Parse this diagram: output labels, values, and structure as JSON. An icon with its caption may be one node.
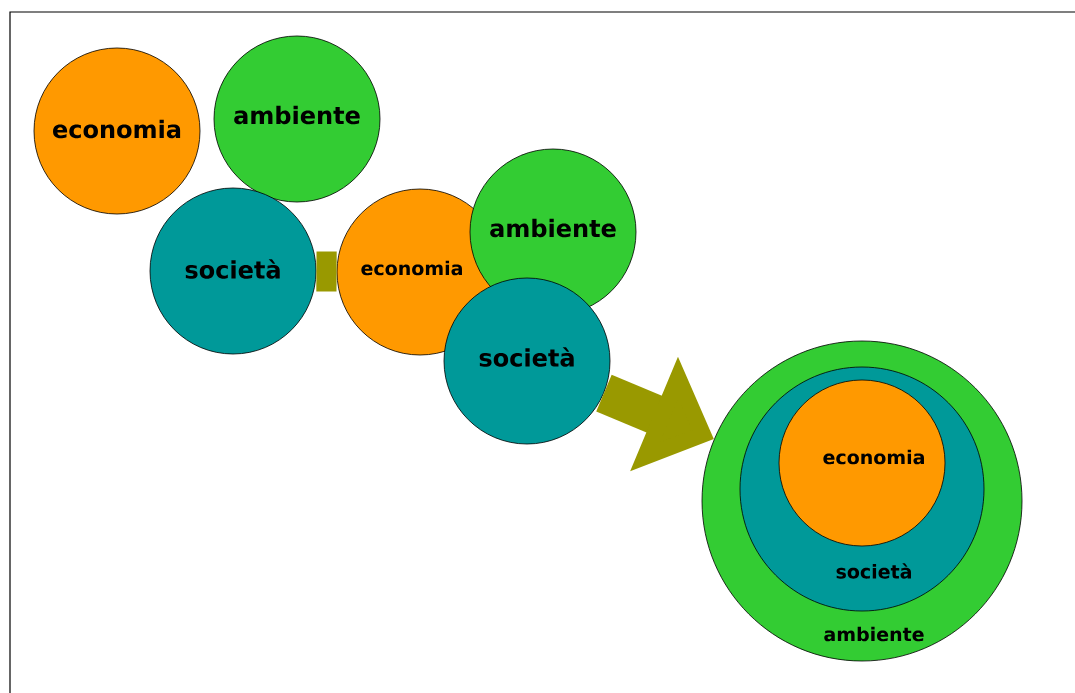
{
  "diagram": {
    "nodes": [
      {
        "text": [
          "economia"
        ]
      },
      {
        "text": [
          "ambiente"
        ]
      },
      {
        "text": [
          "società"
        ]
      },
      {
        "text": [
          "economia"
        ]
      },
      {
        "text": [
          "ambiente"
        ]
      },
      {
        "text": [
          "società"
        ]
      },
      {
        "text": [
          "ambiente"
        ]
      },
      {
        "text": [
          "società"
        ],
        "in": 6
      },
      {
        "text": [
          "economia"
        ],
        "in": 7
      }
    ],
    "edges": [
      {
        "from": 2,
        "to": 3,
        "arrow": "none"
      },
      {
        "from": 5,
        "to": 6,
        "arrow": "to"
      }
    ]
  }
}
